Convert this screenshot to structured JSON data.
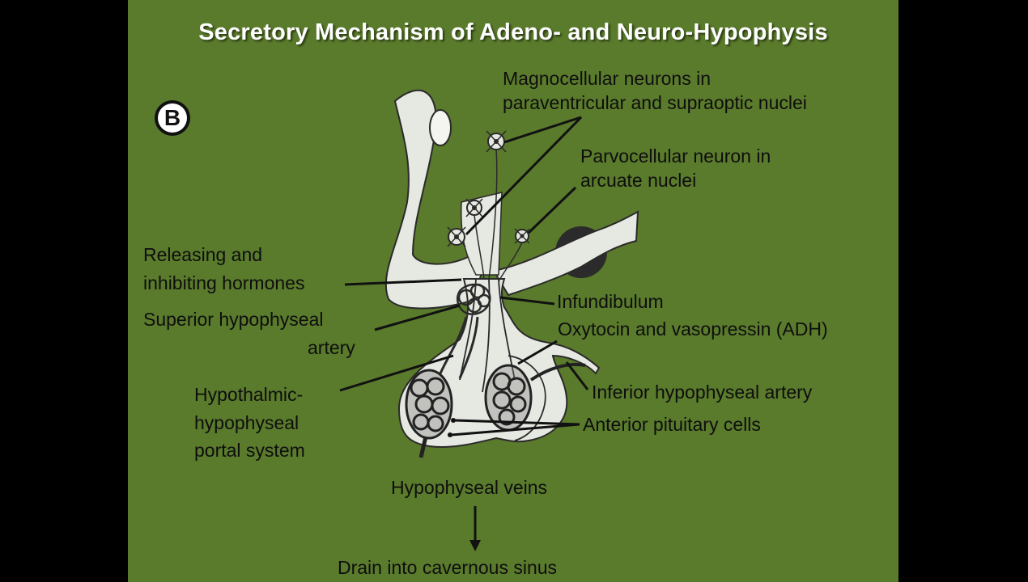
{
  "title": "Secretory Mechanism of Adeno- and Neuro-Hypophysis",
  "badge": "B",
  "colors": {
    "background": "#5a7a2c",
    "tissue": "#e6e8e2",
    "outline": "#2a2a2a",
    "text": "#0e0e0e",
    "title": "#ffffff"
  },
  "labels": {
    "magnocellular_1": "Magnocellular neurons in",
    "magnocellular_2": "paraventricular and supraoptic nuclei",
    "parvocellular_1": "Parvocellular neuron in",
    "parvocellular_2": "arcuate nuclei",
    "releasing_1": "Releasing and",
    "releasing_2": "inhibiting hormones",
    "infundibulum": "Infundibulum",
    "superior_1": "Superior hypophyseal",
    "superior_2": "artery",
    "oxytocin": "Oxytocin and vasopressin (ADH)",
    "inferior": "Inferior hypophyseal artery",
    "portal_1": "Hypothalmic-",
    "portal_2": "hypophyseal",
    "portal_3": "portal system",
    "anterior": "Anterior pituitary cells",
    "veins": "Hypophyseal veins",
    "drain": "Drain into cavernous sinus"
  }
}
